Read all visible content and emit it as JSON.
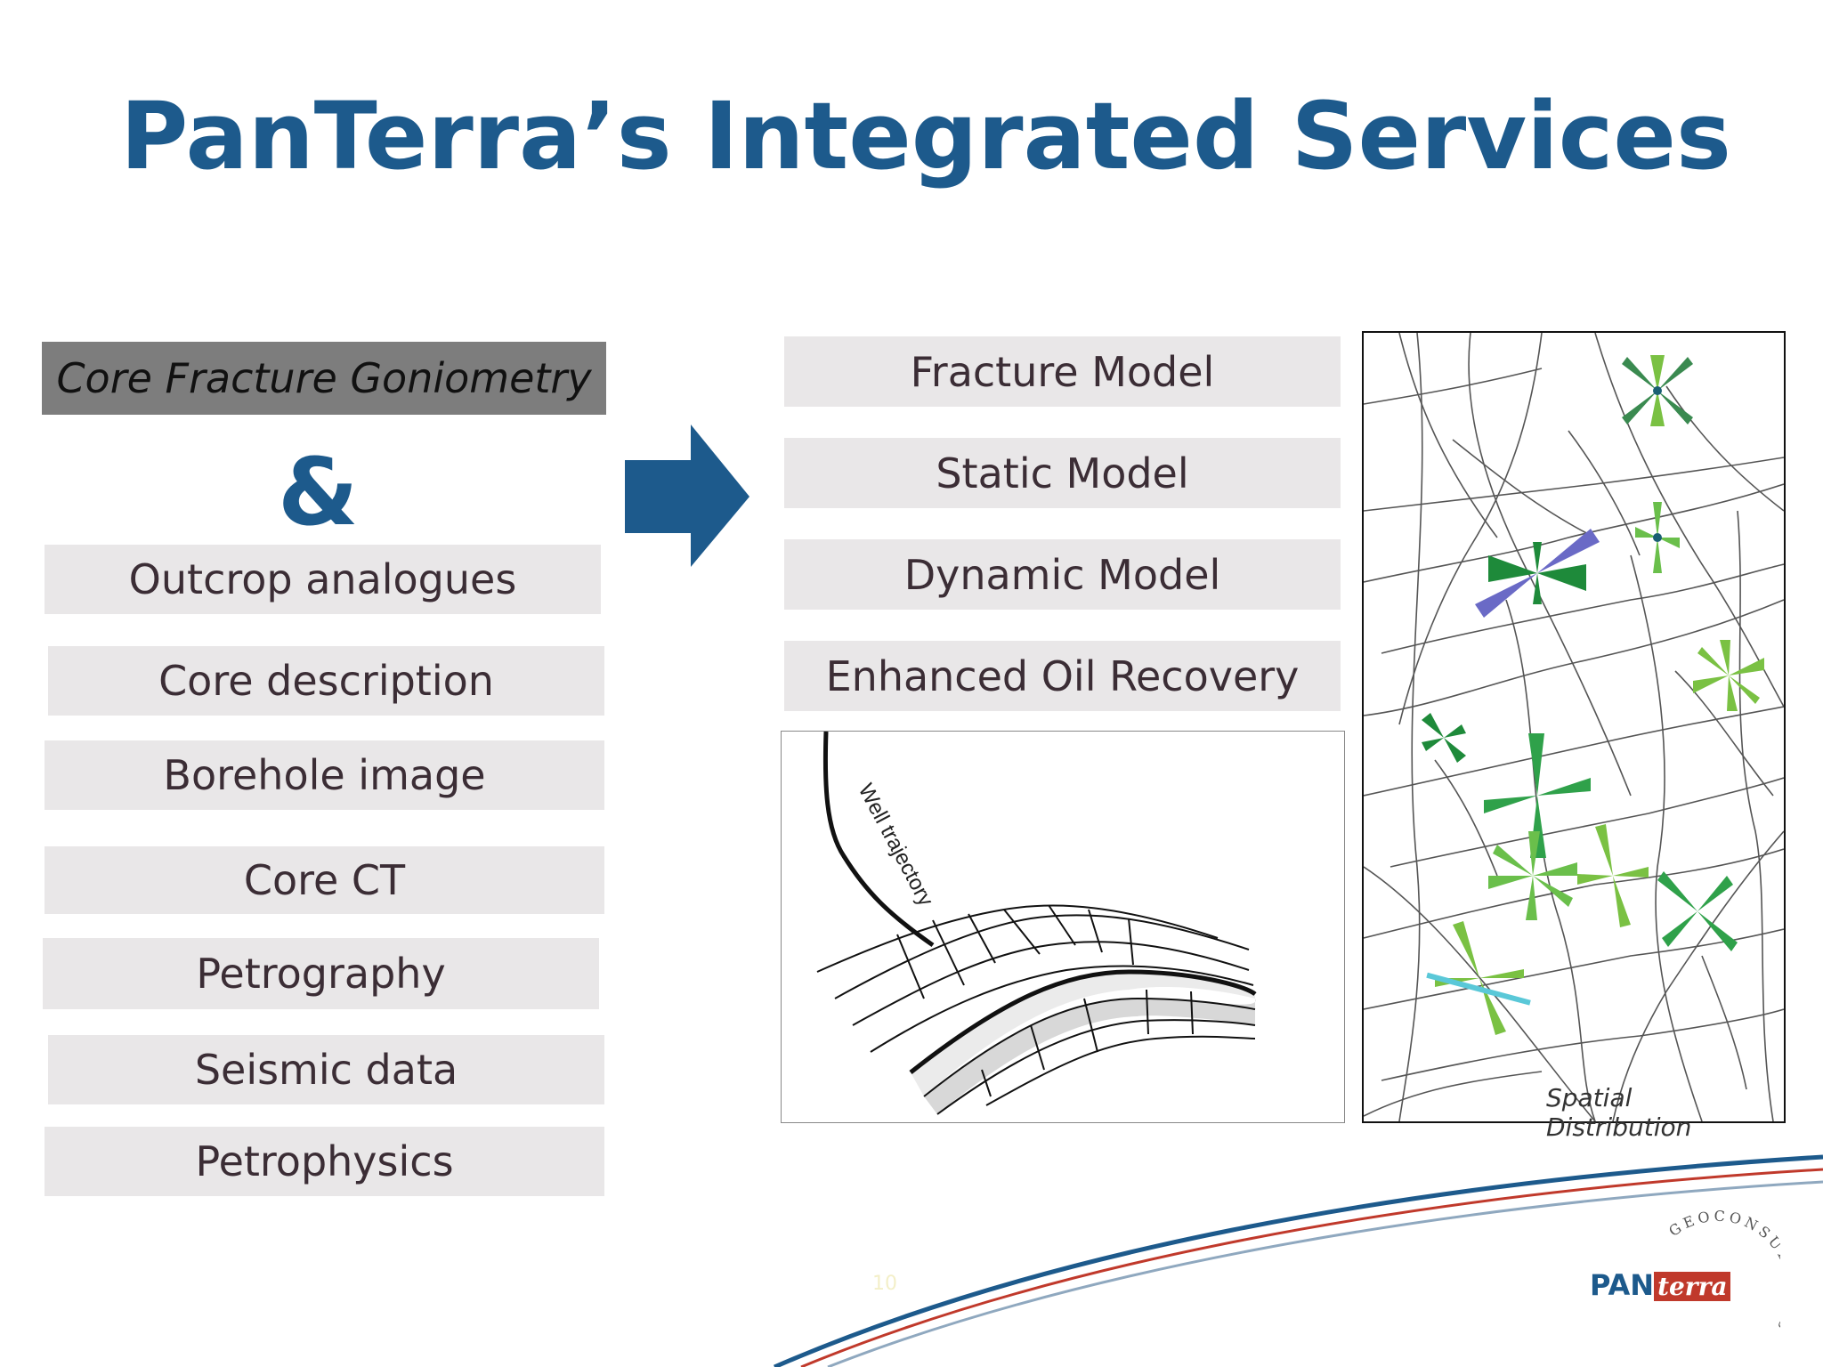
{
  "title": "PanTerra’s Integrated Services",
  "left": {
    "header": "Core Fracture Goniometry",
    "ampersand": "&",
    "items": [
      "Outcrop analogues",
      "Core description",
      "Borehole image",
      "Core CT",
      "Petrography",
      "Seismic data",
      "Petrophysics"
    ]
  },
  "right": {
    "items": [
      "Fracture Model",
      "Static Model",
      "Dynamic Model",
      "Enhanced Oil Recovery"
    ]
  },
  "diagram": {
    "well_label": "Well trajectory"
  },
  "fracture_map": {
    "caption": "Spatial Distribution"
  },
  "logo": {
    "pan": "PAN",
    "terra": "terra",
    "ring": "GEOCONSULTANTS"
  },
  "page_number": "10",
  "colors": {
    "title": "#1d5a8c",
    "box": "#e9e7e8",
    "header_box": "#7d7d7d",
    "arrow": "#1d5a8c"
  }
}
